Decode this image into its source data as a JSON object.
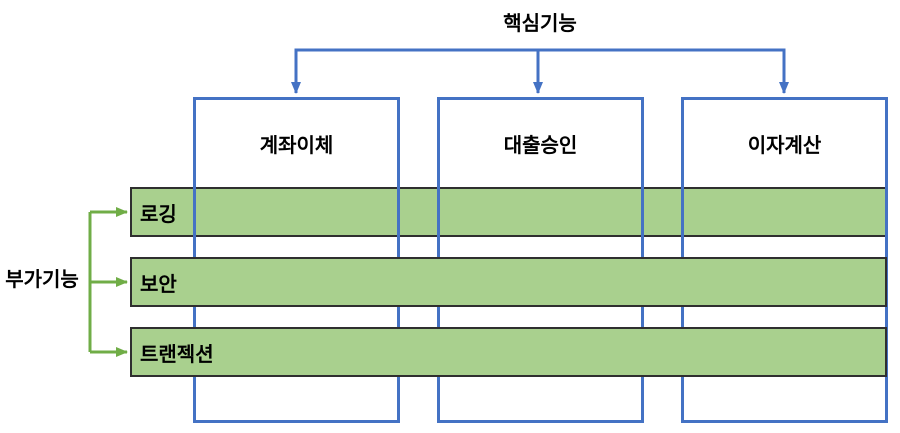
{
  "diagram": {
    "core_group_label": "핵심기능",
    "aux_group_label": "부가기능",
    "core_modules": [
      {
        "label": "계좌이체"
      },
      {
        "label": "대출승인"
      },
      {
        "label": "이자계산"
      }
    ],
    "cross_cutting_concerns": [
      {
        "label": "로깅"
      },
      {
        "label": "보안"
      },
      {
        "label": "트랜젝션"
      }
    ],
    "colors": {
      "core_accent": "#4472C4",
      "aux_accent": "#70AD47",
      "aspect_fill": "#A9D08E",
      "aspect_border": "#2f2f2f"
    }
  }
}
